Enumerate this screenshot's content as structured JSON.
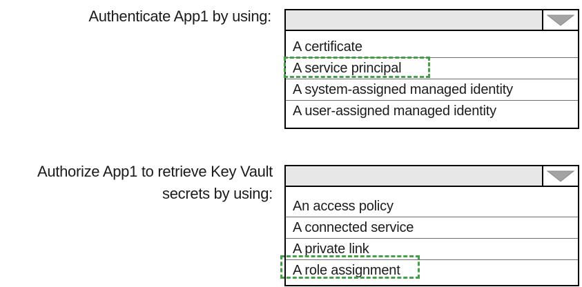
{
  "colors": {
    "highlight_green": "#43a047",
    "dropdown_header_gray": "#e7e7e7",
    "arrow_gray": "#a3a3a3",
    "border_black": "#000000"
  },
  "questions": [
    {
      "label_lines": [
        "Authenticate App1 by using:"
      ],
      "dropdown": {
        "value": "",
        "options": [
          {
            "text": "A certificate",
            "selected": false
          },
          {
            "text": "A service principal",
            "selected": true
          },
          {
            "text": "A system-assigned managed identity",
            "selected": false
          },
          {
            "text": "A user-assigned managed identity",
            "selected": false
          }
        ]
      }
    },
    {
      "label_lines": [
        "Authorize App1 to retrieve Key Vault",
        "secrets by using:"
      ],
      "dropdown": {
        "value": "",
        "options": [
          {
            "text": "An access policy",
            "selected": false
          },
          {
            "text": "A connected service",
            "selected": false
          },
          {
            "text": "A private link",
            "selected": false
          },
          {
            "text": "A role assignment",
            "selected": true
          }
        ]
      }
    }
  ]
}
